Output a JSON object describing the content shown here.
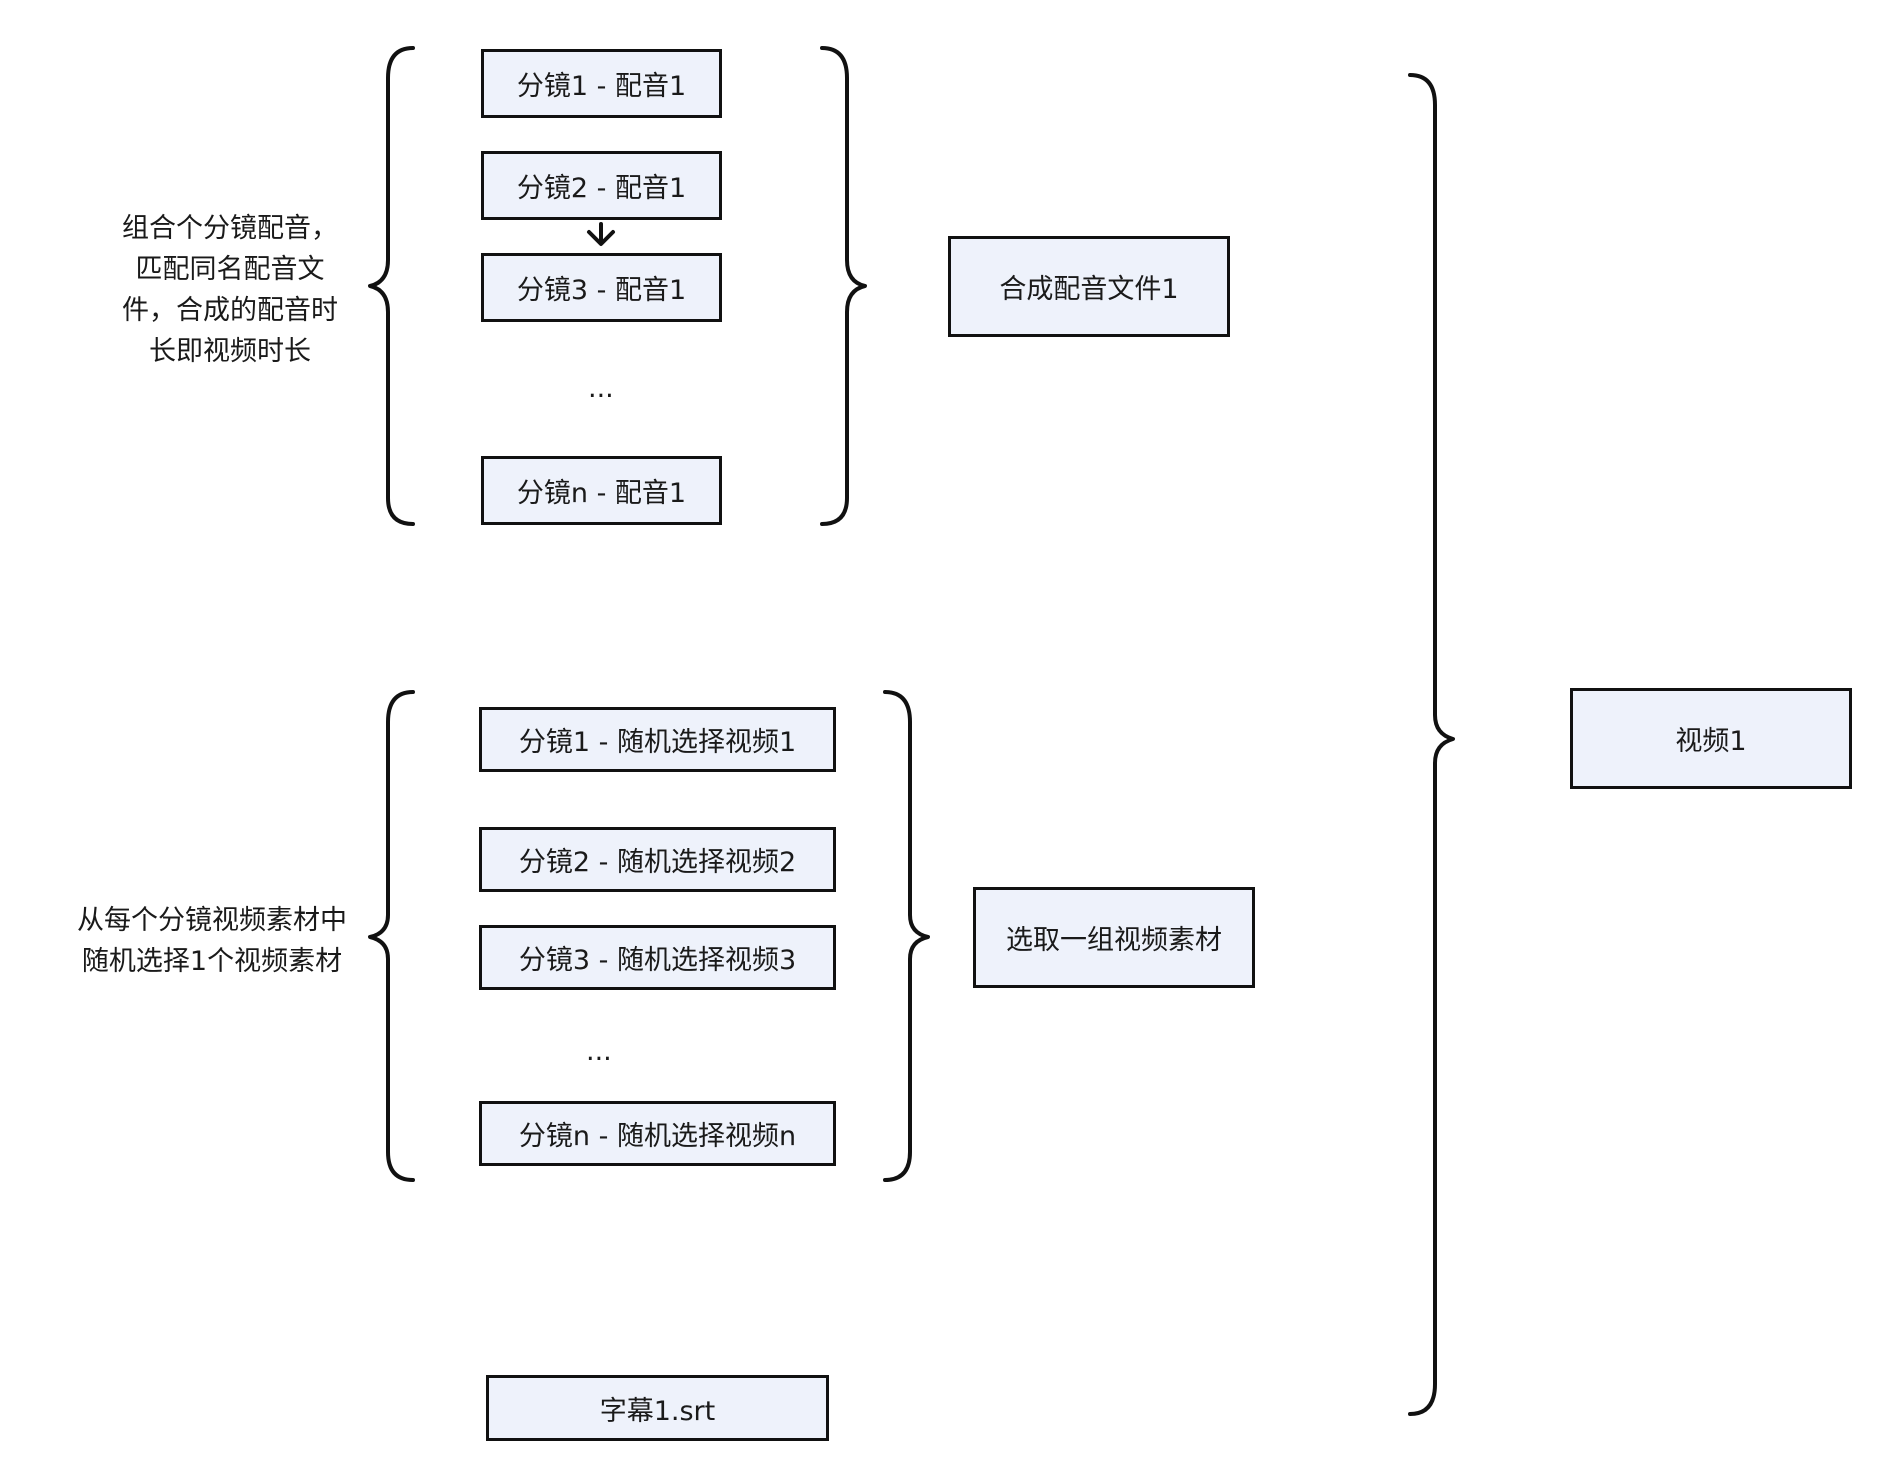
{
  "audio_group": {
    "note": [
      "组合个分镜配音，",
      "匹配同名配音文",
      "件，合成的配音时",
      "长即视频时长"
    ],
    "items": [
      "分镜1 - 配音1",
      "分镜2 - 配音1",
      "分镜3 - 配音1",
      "分镜n - 配音1"
    ],
    "ellipsis": "...",
    "result": "合成配音文件1"
  },
  "video_group": {
    "note": [
      "从每个分镜视频素材中",
      "随机选择1个视频素材"
    ],
    "items": [
      "分镜1 - 随机选择视频1",
      "分镜2 - 随机选择视频2",
      "分镜3 - 随机选择视频3",
      "分镜n - 随机选择视频n"
    ],
    "ellipsis": "...",
    "result": "选取一组视频素材"
  },
  "subtitle": "字幕1.srt",
  "final_output": "视频1",
  "colors": {
    "node_fill": "#eef2fb",
    "stroke": "#111111"
  }
}
